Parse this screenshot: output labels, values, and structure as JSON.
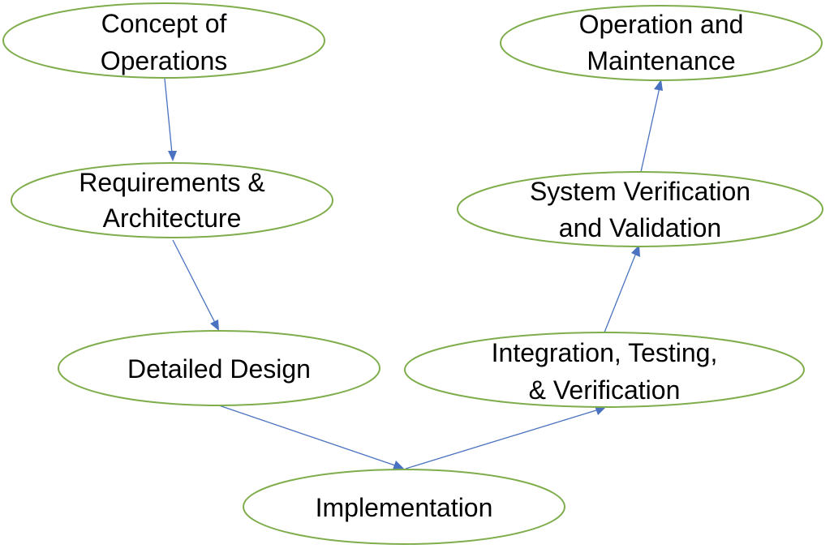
{
  "diagram": {
    "type": "v-model-flow",
    "colors": {
      "node_border": "#7fad4c",
      "node_fill": "#ffffff",
      "edge": "#4a72c0",
      "text": "#000000"
    },
    "nodes": [
      {
        "id": "concept",
        "lines": [
          "Concept of",
          "Operations"
        ]
      },
      {
        "id": "requirements",
        "lines": [
          "Requirements &",
          "Architecture"
        ]
      },
      {
        "id": "detailed",
        "lines": [
          "Detailed Design"
        ]
      },
      {
        "id": "implementation",
        "lines": [
          "Implementation"
        ]
      },
      {
        "id": "integration",
        "lines": [
          "Integration, Testing,",
          "& Verification"
        ]
      },
      {
        "id": "system",
        "lines": [
          "System Verification",
          "and Validation"
        ]
      },
      {
        "id": "operation",
        "lines": [
          "Operation and",
          "Maintenance"
        ]
      }
    ],
    "edges": [
      {
        "from": "concept",
        "to": "requirements"
      },
      {
        "from": "requirements",
        "to": "detailed"
      },
      {
        "from": "detailed",
        "to": "implementation"
      },
      {
        "from": "implementation",
        "to": "integration"
      },
      {
        "from": "integration",
        "to": "system"
      },
      {
        "from": "system",
        "to": "operation"
      }
    ]
  }
}
